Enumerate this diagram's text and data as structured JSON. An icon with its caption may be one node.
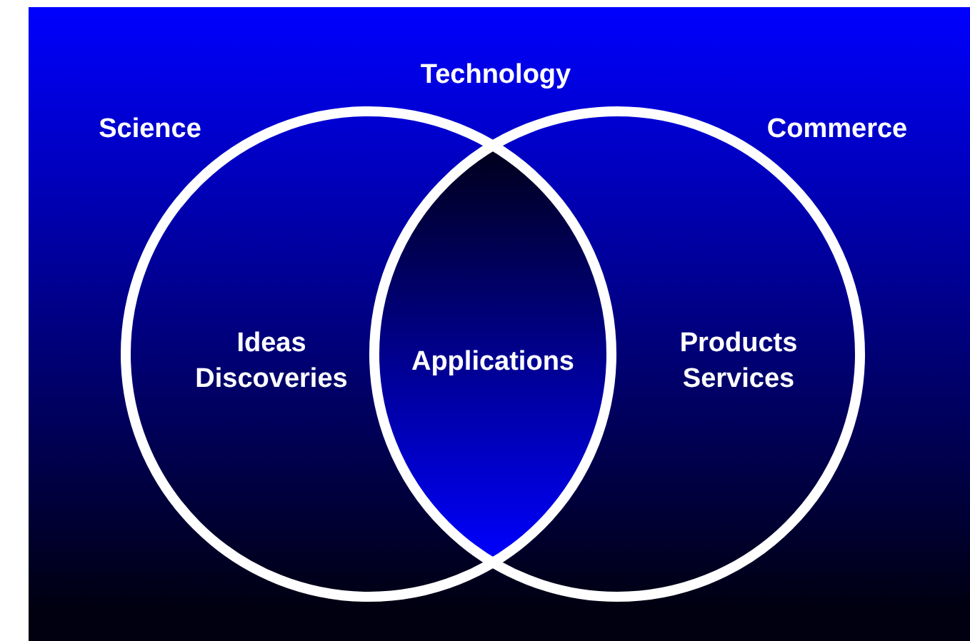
{
  "diagram": {
    "nodes": [
      {
        "text": [
          "Science",
          "Ideas Discoveries"
        ]
      },
      {
        "text": [
          "Technology",
          "Applications"
        ]
      },
      {
        "text": [
          "Commerce",
          "Products Services"
        ]
      }
    ]
  }
}
